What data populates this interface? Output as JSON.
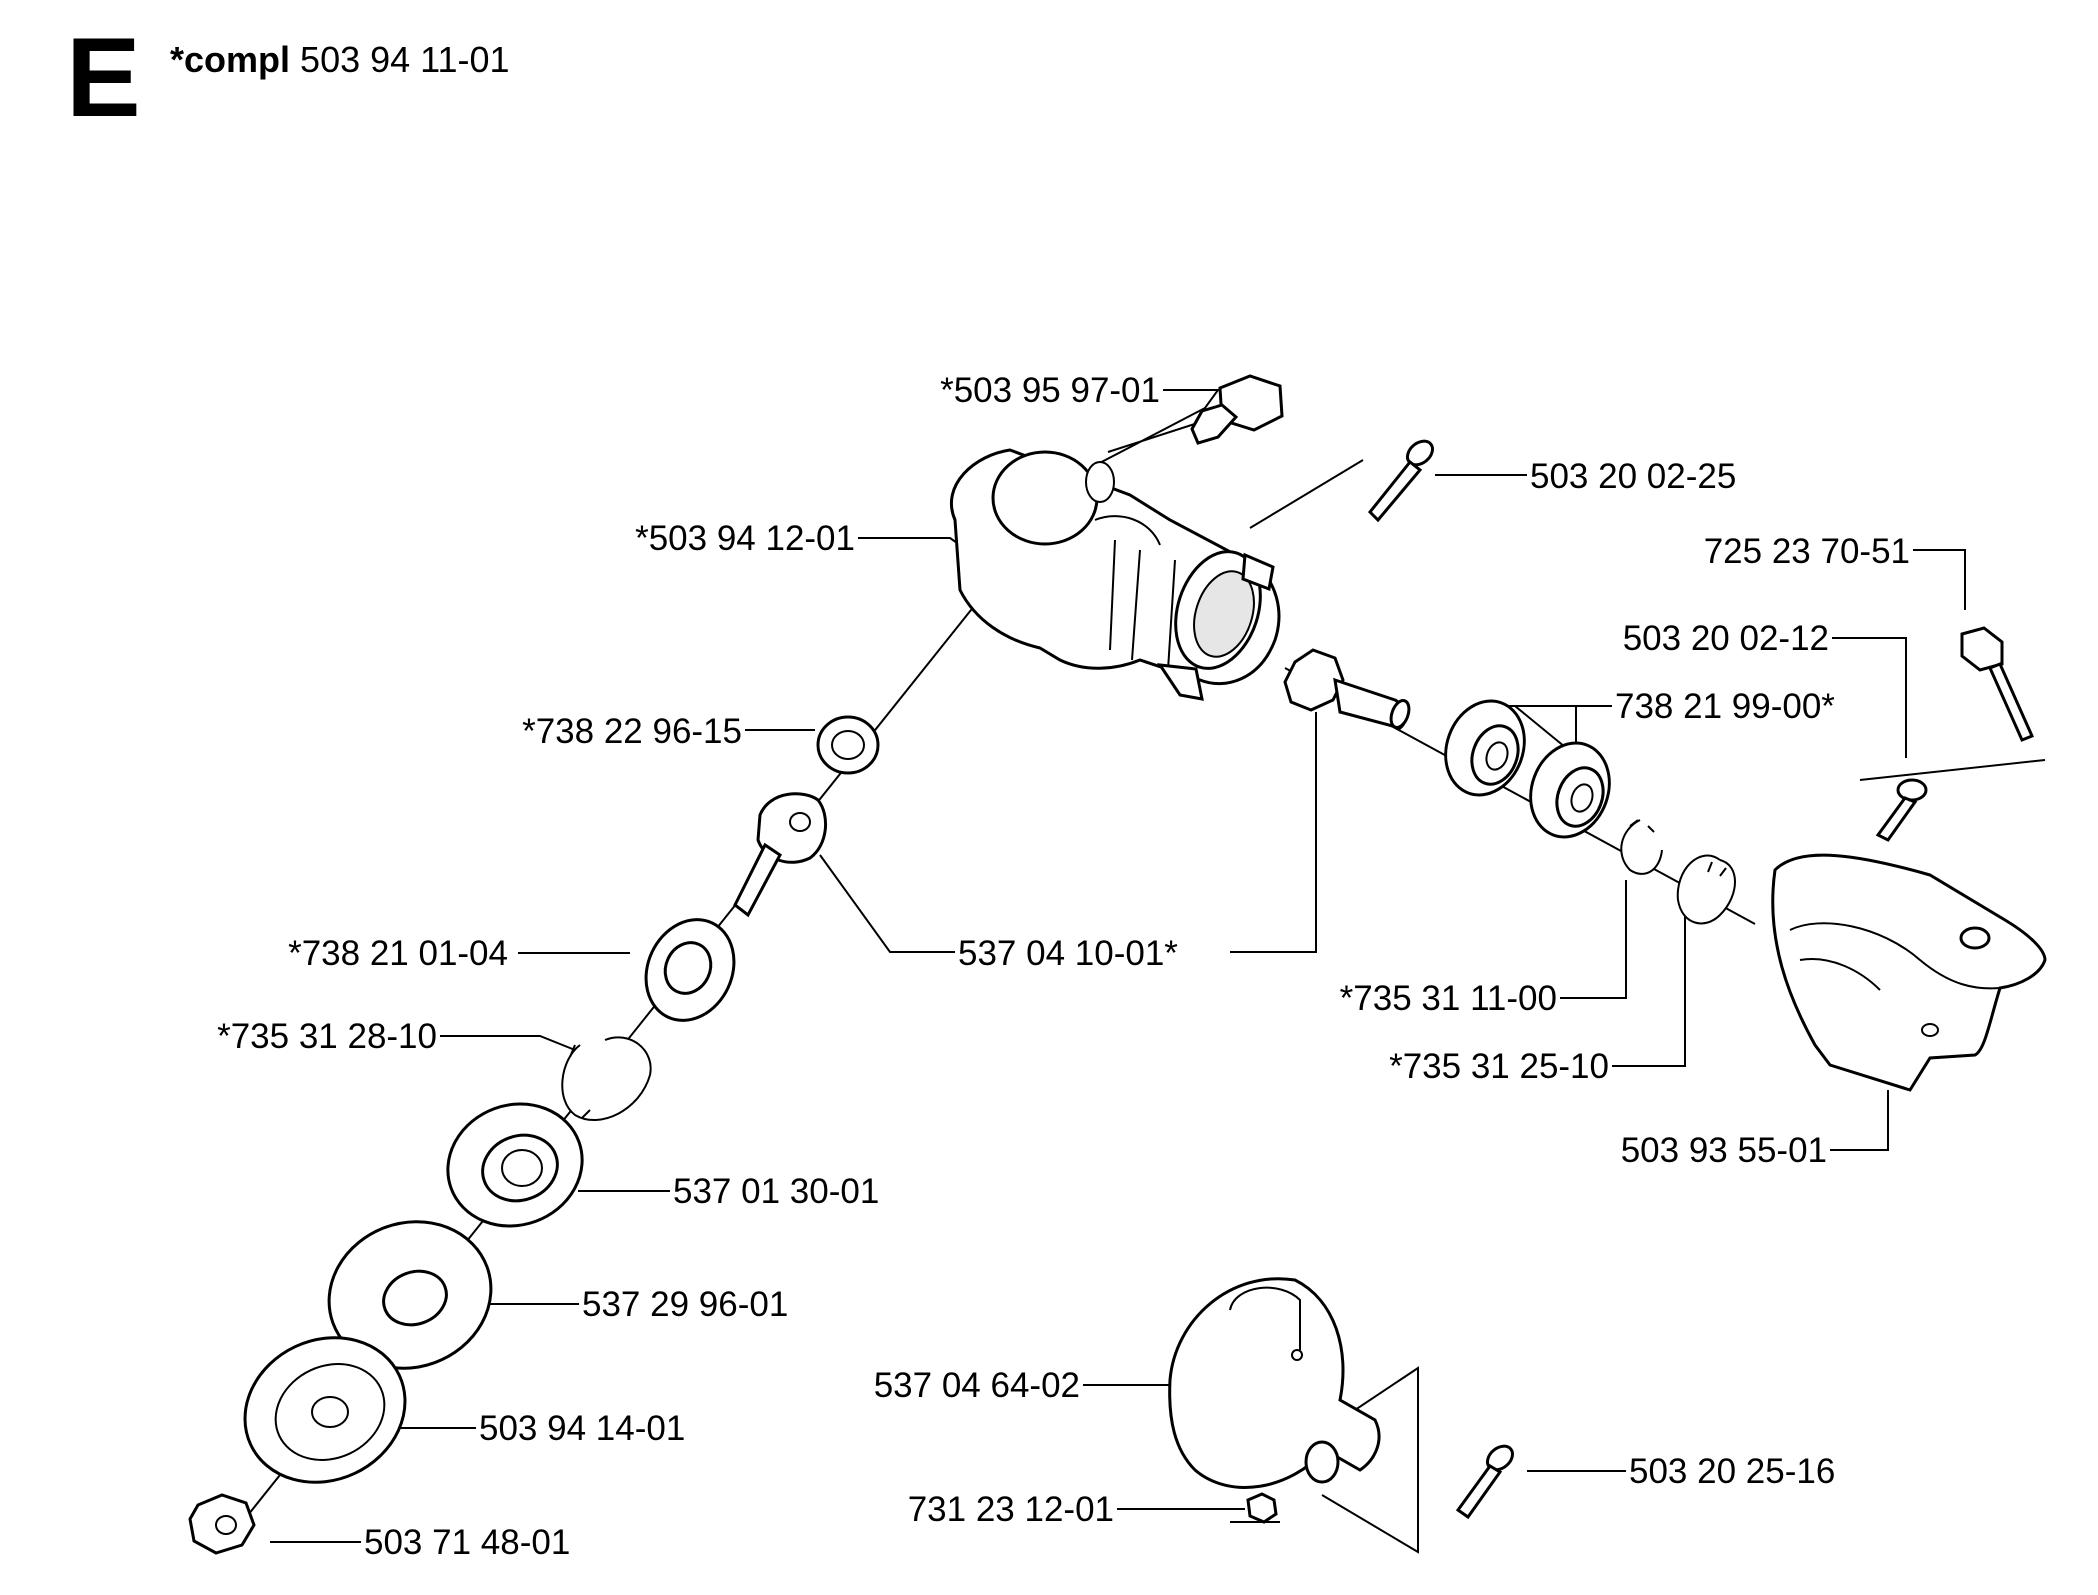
{
  "section_letter": "E",
  "heading": {
    "prefix": "*compl",
    "number": "503 94 11-01"
  },
  "callouts": [
    {
      "id": "c1",
      "label": "*503 95 97-01"
    },
    {
      "id": "c2",
      "label": "503 20 02-25"
    },
    {
      "id": "c3",
      "label": "*503 94 12-01"
    },
    {
      "id": "c4",
      "label": "725 23 70-51"
    },
    {
      "id": "c5",
      "label": "503 20 02-12"
    },
    {
      "id": "c6",
      "label": "738 21 99-00*"
    },
    {
      "id": "c7",
      "label": "*738 22 96-15"
    },
    {
      "id": "c8",
      "label": "*738 21 01-04"
    },
    {
      "id": "c9",
      "label": "537 04 10-01*"
    },
    {
      "id": "c10",
      "label": "*735 31 11-00"
    },
    {
      "id": "c11",
      "label": "*735 31 28-10"
    },
    {
      "id": "c12",
      "label": "*735 31 25-10"
    },
    {
      "id": "c13",
      "label": "503 93 55-01"
    },
    {
      "id": "c14",
      "label": "537 01 30-01"
    },
    {
      "id": "c15",
      "label": "537 29 96-01"
    },
    {
      "id": "c16",
      "label": "537 04 64-02"
    },
    {
      "id": "c17",
      "label": "503 94 14-01"
    },
    {
      "id": "c18",
      "label": "503 20 25-16"
    },
    {
      "id": "c19",
      "label": "731 23 12-01"
    },
    {
      "id": "c20",
      "label": "503 71 48-01"
    }
  ]
}
